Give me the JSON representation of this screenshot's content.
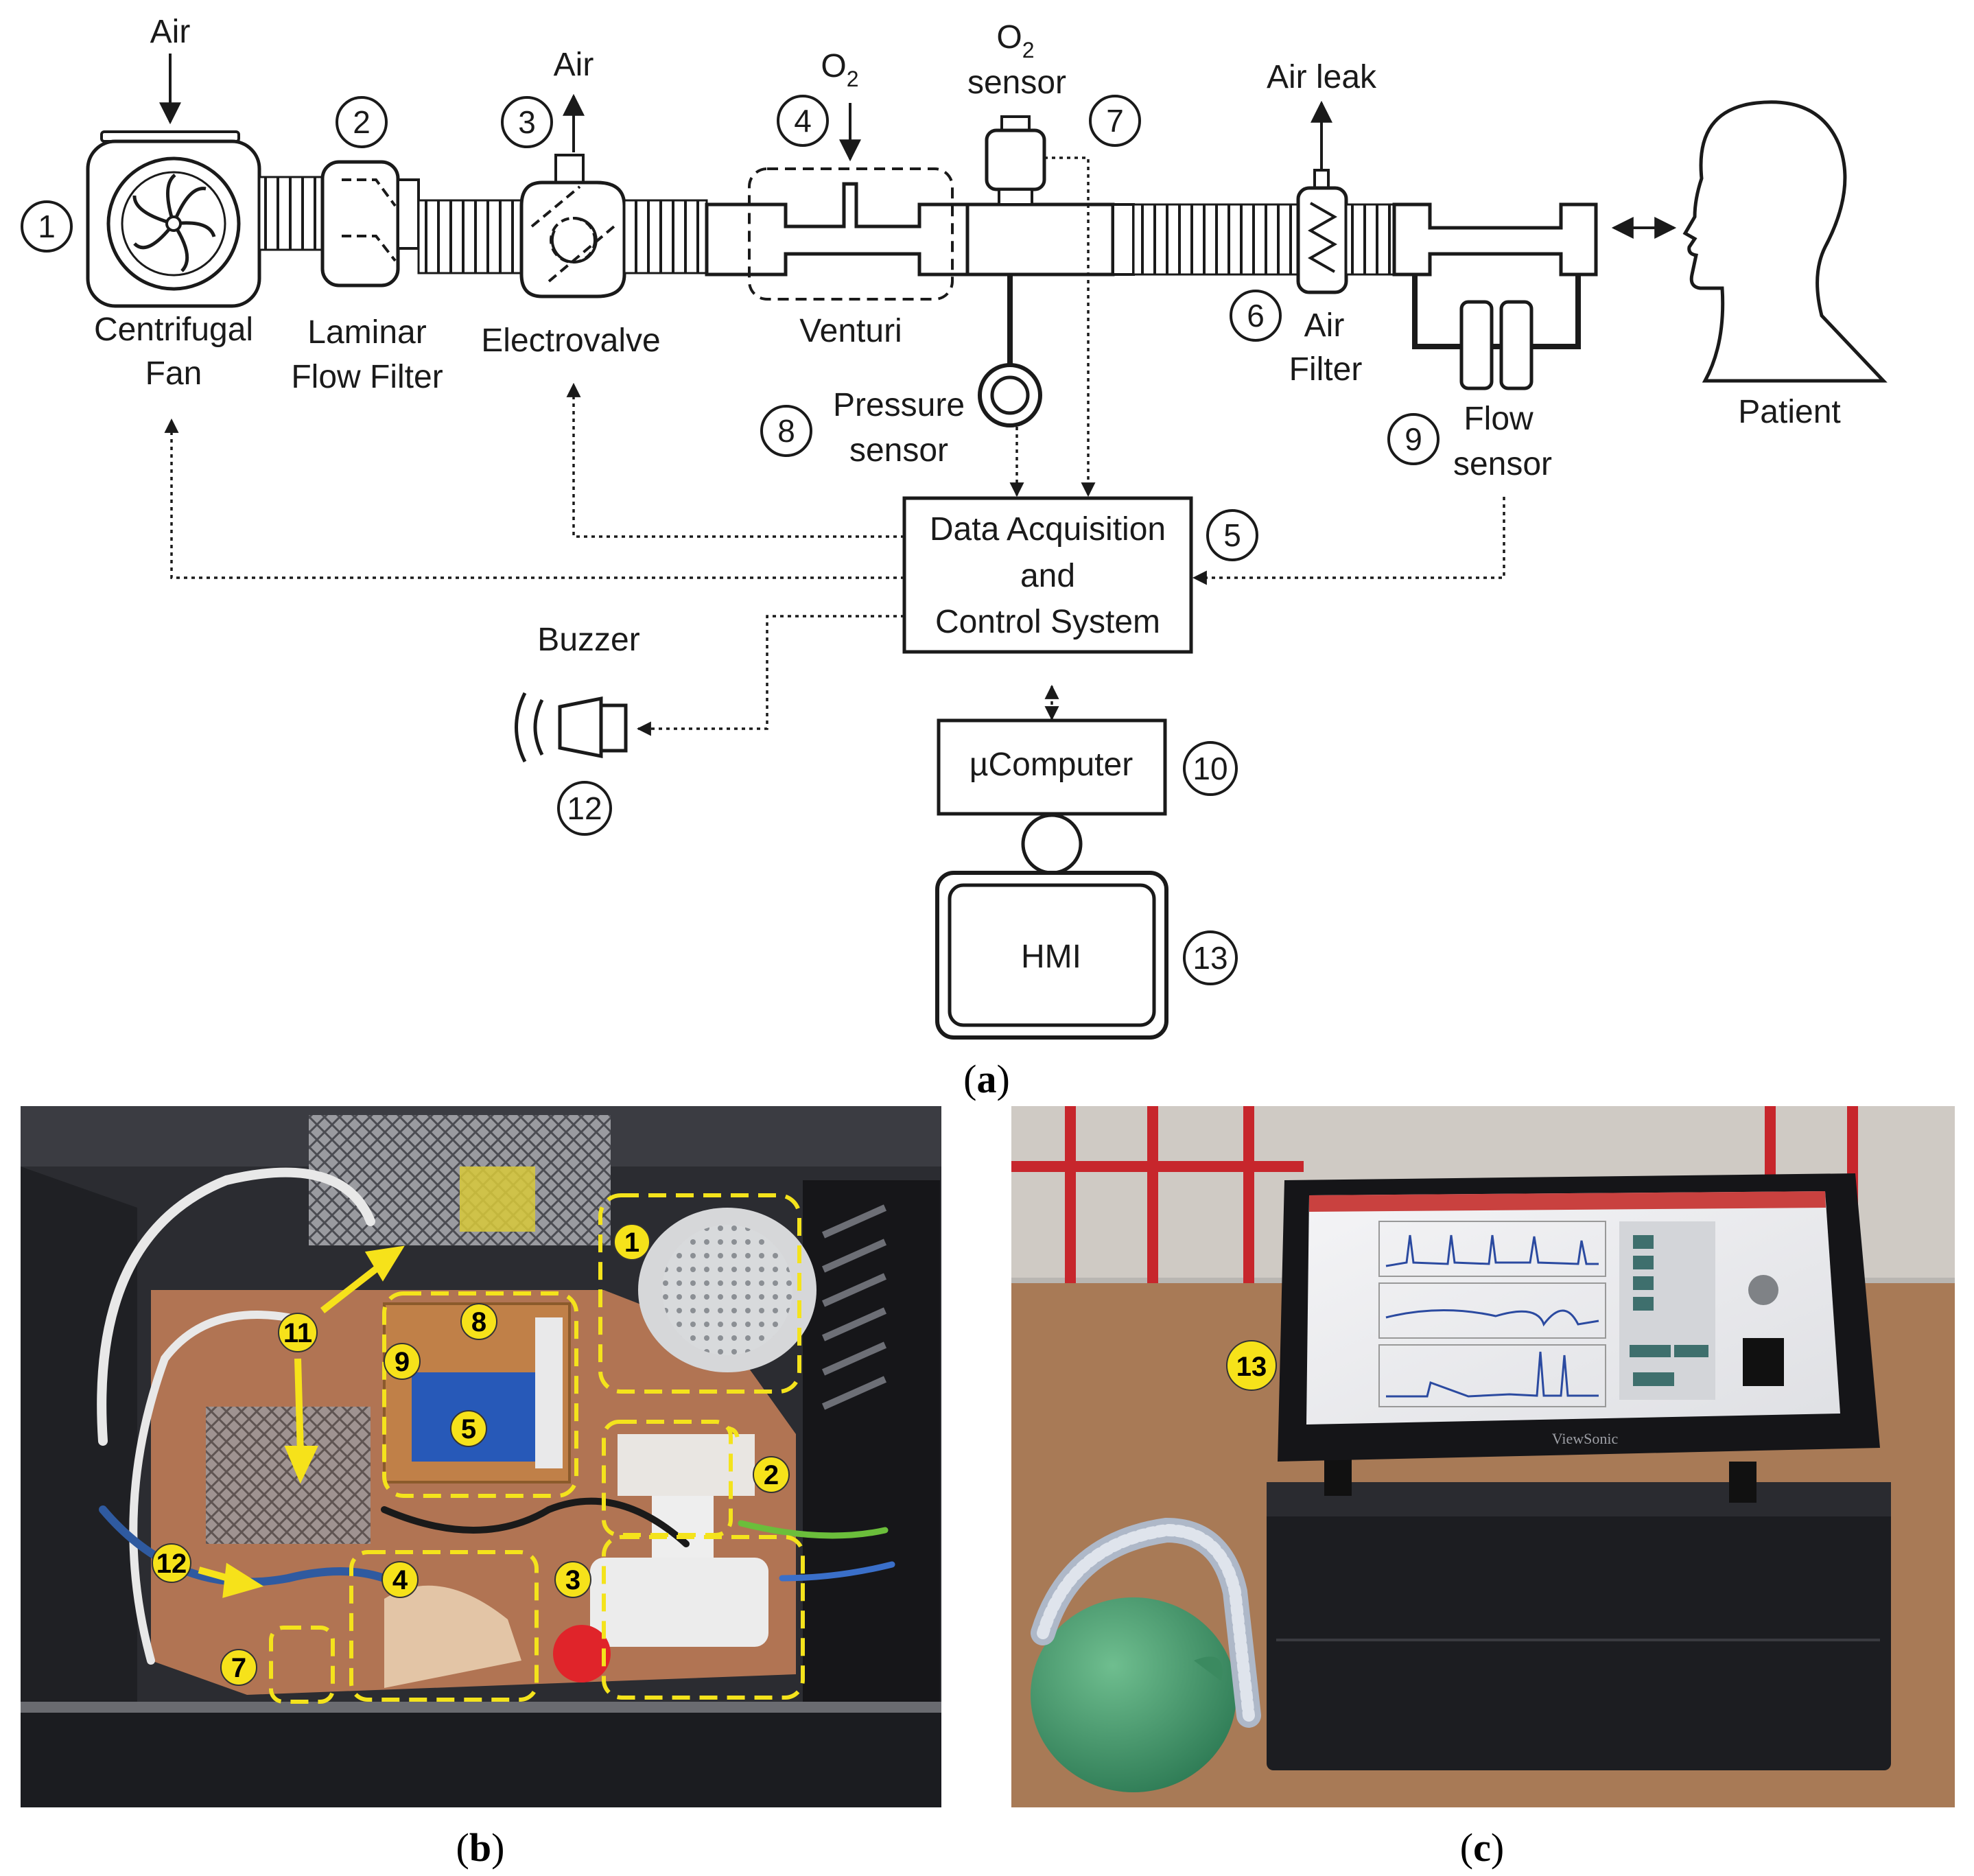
{
  "diagram": {
    "fan": {
      "label_line1": "Centrifugal",
      "label_line2": "Fan",
      "number": "1",
      "air_in": "Air"
    },
    "laminar_filter": {
      "label_line1": "Laminar",
      "label_line2": "Flow Filter",
      "number": "2"
    },
    "electrovalve": {
      "label": "Electrovalve",
      "number": "3",
      "air_out": "Air"
    },
    "venturi": {
      "label": "Venturi",
      "number": "4",
      "o2_in": "O",
      "o2_sub": "2"
    },
    "o2_sensor": {
      "label_o": "O",
      "label_sub": "2",
      "label_line2": "sensor",
      "number": "7"
    },
    "air_filter": {
      "label_line1": "Air",
      "label_line2": "Filter",
      "number": "6",
      "leak": "Air leak"
    },
    "pressure_sensor": {
      "label_line1": "Pressure",
      "label_line2": "sensor",
      "number": "8"
    },
    "flow_sensor": {
      "label_line1": "Flow",
      "label_line2": "sensor",
      "number": "9"
    },
    "patient": {
      "label": "Patient"
    },
    "daq": {
      "line1": "Data Acquisition",
      "line2": "and",
      "line3": "Control System",
      "number": "5"
    },
    "buzzer": {
      "label": "Buzzer",
      "number": "12"
    },
    "ucomputer": {
      "label": "µComputer",
      "number": "10"
    },
    "hmi": {
      "label": "HMI",
      "number": "13"
    }
  },
  "photo_b": {
    "markers": [
      "1",
      "2",
      "3",
      "4",
      "5",
      "7",
      "8",
      "9",
      "11",
      "12"
    ]
  },
  "photo_c": {
    "marker": "13",
    "monitor_brand": "ViewSonic"
  },
  "captions": {
    "a": "a",
    "b": "b",
    "c": "c"
  },
  "colors": {
    "marker_yellow": "#f6e21a",
    "dashed_yellow": "#f4e31c",
    "diagram_line": "#1a1a1a"
  }
}
